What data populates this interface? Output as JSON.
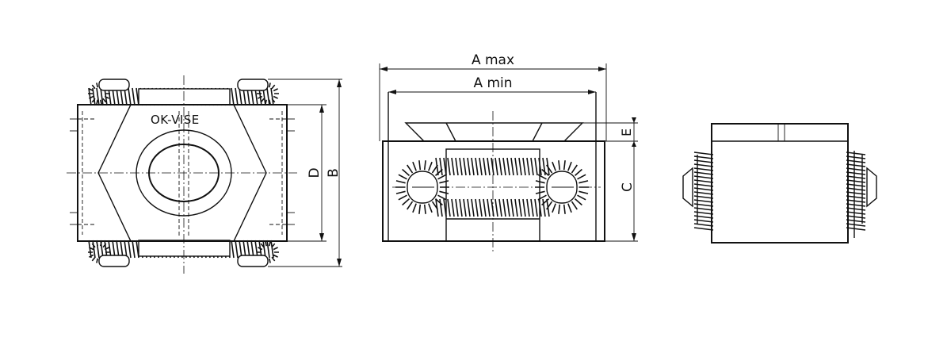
{
  "labels": {
    "brand": "OK-VISE",
    "a_max": "A max",
    "a_min": "A min",
    "b": "B",
    "c": "C",
    "d": "D",
    "e": "E"
  },
  "colors": {
    "line": "#111111",
    "background": "#ffffff"
  }
}
